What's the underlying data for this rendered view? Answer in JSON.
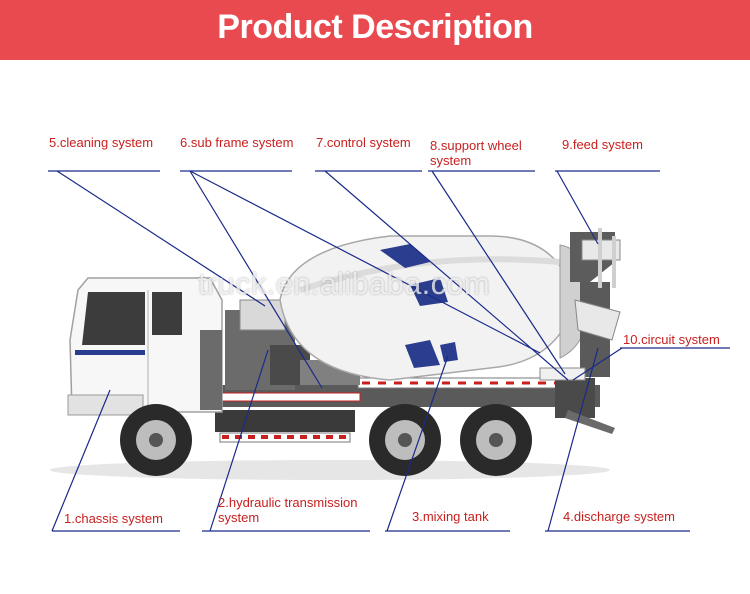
{
  "banner": {
    "title": "Product Description",
    "color": "#e84a4f"
  },
  "colors": {
    "label": "#c8201f",
    "leader": "#1a2a8a"
  },
  "labels": {
    "cleaning": "5.cleaning system",
    "subframe": "6.sub frame system",
    "control": "7.control system",
    "support": "8.support wheel\nsystem",
    "feed": "9.feed system",
    "circuit": "10.circuit system",
    "chassis": "1.chassis system",
    "hydraulic": "2.hydraulic transmission\nsystem",
    "mixing": "3.mixing tank",
    "discharge": "4.discharge system"
  },
  "watermark": "truck.en.alibaba.com"
}
